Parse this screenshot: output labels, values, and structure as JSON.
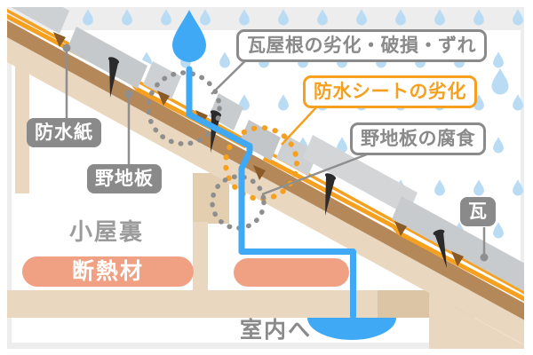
{
  "diagram_title": "roof-leak-cross-section",
  "callouts": {
    "tile_roof_issue": "瓦屋根の劣化・破損・ずれ",
    "sheet_issue": "防水シートの劣化",
    "sheathing_issue": "野地板の腐食"
  },
  "parts": {
    "waterproof_paper": "防水紙",
    "sheathing_board": "野地板",
    "roof_tile": "瓦",
    "attic": "小屋裏",
    "insulation": "断熱材",
    "into_room": "室内へ"
  },
  "colors": {
    "accent_orange": "#f5a01f",
    "label_gray": "#8a8a8a",
    "water_blue": "#3fa9f5",
    "raindrop_blue": "#b9dbf4",
    "insulation_salmon": "#f0a183",
    "board_brown": "#b5885a",
    "wood_beige": "#e9d8bf",
    "tile_gray": "#c9cccf"
  }
}
